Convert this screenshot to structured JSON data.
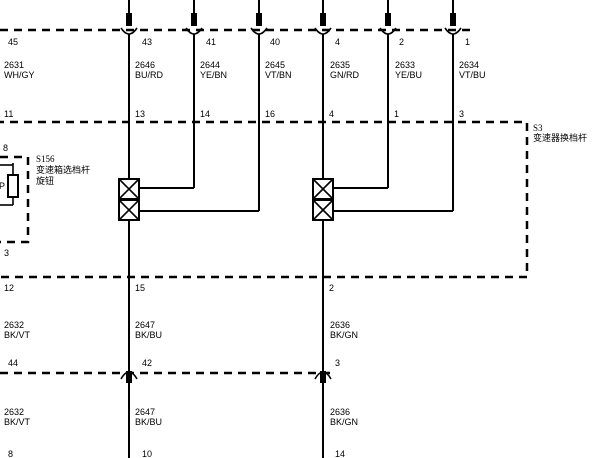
{
  "connectors": {
    "top_pins": [
      "45",
      "43",
      "41",
      "40",
      "4",
      "2",
      "1"
    ],
    "top_wires": [
      {
        "circuit": "2631",
        "color": "WH/GY"
      },
      {
        "circuit": "2646",
        "color": "BU/RD"
      },
      {
        "circuit": "2644",
        "color": "YE/BN"
      },
      {
        "circuit": "2645",
        "color": "VT/BN"
      },
      {
        "circuit": "2635",
        "color": "GN/RD"
      },
      {
        "circuit": "2633",
        "color": "YE/BU"
      },
      {
        "circuit": "2634",
        "color": "VT/BU"
      }
    ],
    "s3_pins": [
      "11",
      "13",
      "14",
      "16",
      "4",
      "1",
      "3"
    ],
    "s3_bottom_pins": [
      "12",
      "15",
      "2"
    ],
    "mid_wires": [
      {
        "circuit": "2632",
        "color": "BK/VT"
      },
      {
        "circuit": "2647",
        "color": "BK/BU"
      },
      {
        "circuit": "2636",
        "color": "BK/GN"
      }
    ],
    "lower_pins": [
      "44",
      "42",
      "3"
    ],
    "bottom_wires": [
      {
        "circuit": "2632",
        "color": "BK/VT"
      },
      {
        "circuit": "2647",
        "color": "BK/BU"
      },
      {
        "circuit": "2636",
        "color": "BK/GN"
      }
    ],
    "bottom_pins": [
      "8",
      "10",
      "14"
    ]
  },
  "components": {
    "s3": {
      "id": "S3",
      "name": "变速器换档杆"
    },
    "s156": {
      "id": "S156",
      "name_line1": "变速箱选档杆",
      "name_line2": "旋钮",
      "pin_top": "8",
      "pin_bottom": "3",
      "symbol": "P"
    }
  }
}
